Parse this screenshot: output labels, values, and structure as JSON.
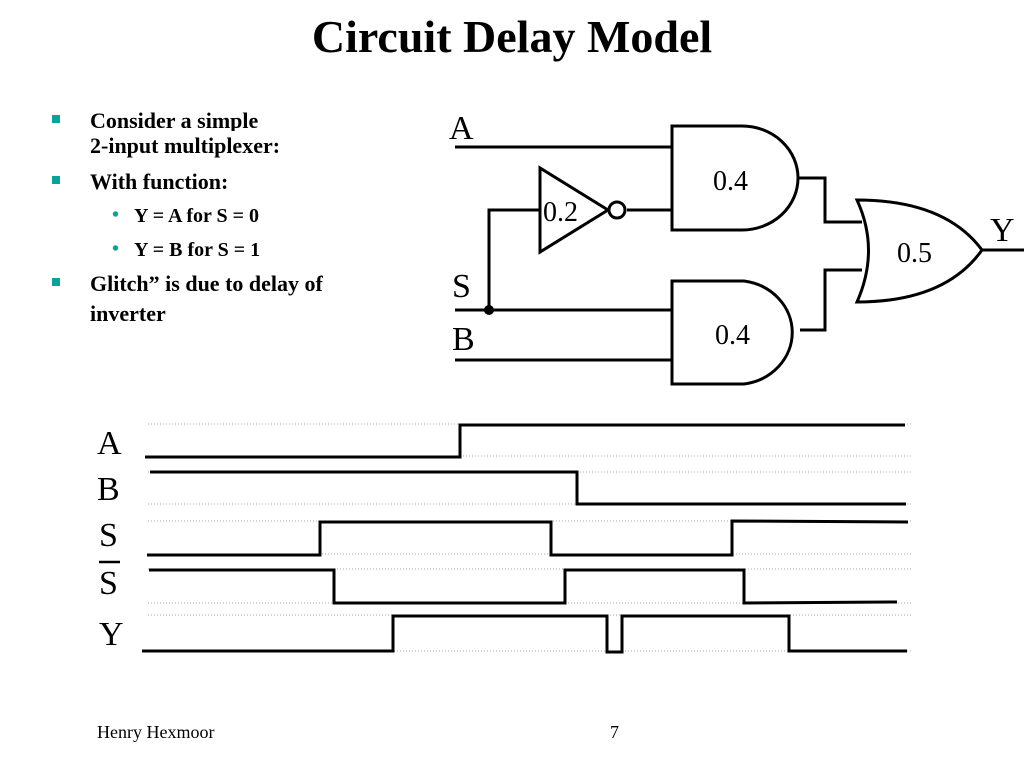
{
  "slide": {
    "title": "Circuit Delay Model",
    "bullets": [
      {
        "text_line1": "Consider a simple",
        "text_line2": "2-input multiplexer:"
      },
      {
        "text": "With function:"
      },
      {
        "text": "Y = A for  S = 0",
        "level": 2
      },
      {
        "text": "Y = B for  S = 1",
        "level": 2
      },
      {
        "text_line1": "Glitch” is due to delay of",
        "text_line2": "inverter"
      }
    ],
    "footer": {
      "author": "Henry Hexmoor",
      "page": "7"
    }
  },
  "circuit": {
    "inputs": [
      "A",
      "S",
      "B"
    ],
    "output": "Y",
    "gates": [
      {
        "type": "NOT",
        "delay": "0.2"
      },
      {
        "type": "AND",
        "delay": "0.4",
        "role": "upper"
      },
      {
        "type": "AND",
        "delay": "0.4",
        "role": "lower"
      },
      {
        "type": "OR",
        "delay": "0.5"
      }
    ]
  },
  "timing": {
    "signals": [
      {
        "name": "A",
        "overline": false
      },
      {
        "name": "B",
        "overline": false
      },
      {
        "name": "S",
        "overline": false
      },
      {
        "name": "S",
        "overline": true
      },
      {
        "name": "Y",
        "overline": false
      }
    ]
  },
  "colors": {
    "bullet_accent": "#0aa39a",
    "ink": "#000000",
    "grid": "#aaaaaa"
  }
}
